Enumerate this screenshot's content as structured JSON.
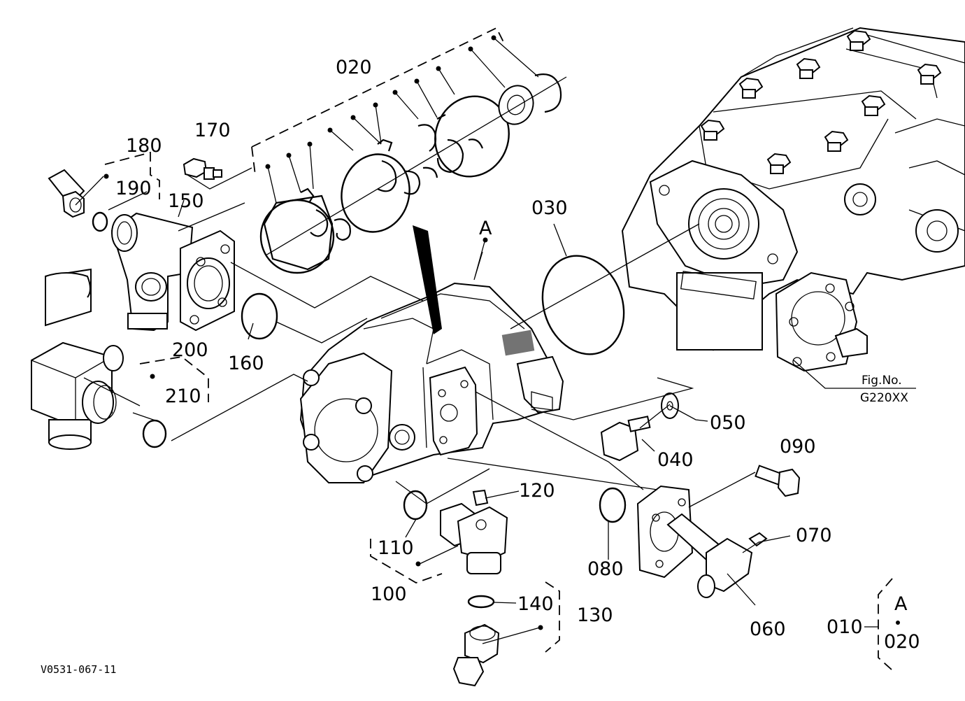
{
  "figure": {
    "fig_no_label": "Fig.No.",
    "fig_no_value": "G220XX",
    "drawing_id": "V0531-067-11"
  },
  "callouts": {
    "p010": "010",
    "p020": "020",
    "p030": "030",
    "p040": "040",
    "p050": "050",
    "p060": "060",
    "p070": "070",
    "p080": "080",
    "p090": "090",
    "p100": "100",
    "p110": "110",
    "p120": "120",
    "p130": "130",
    "p140": "140",
    "p150": "150",
    "p160": "160",
    "p170": "170",
    "p180": "180",
    "p190": "190",
    "p200": "200",
    "p210": "210",
    "assembly_a": "A"
  },
  "legend": {
    "code": "010",
    "top": "A",
    "bullet": "•",
    "bottom": "020"
  }
}
